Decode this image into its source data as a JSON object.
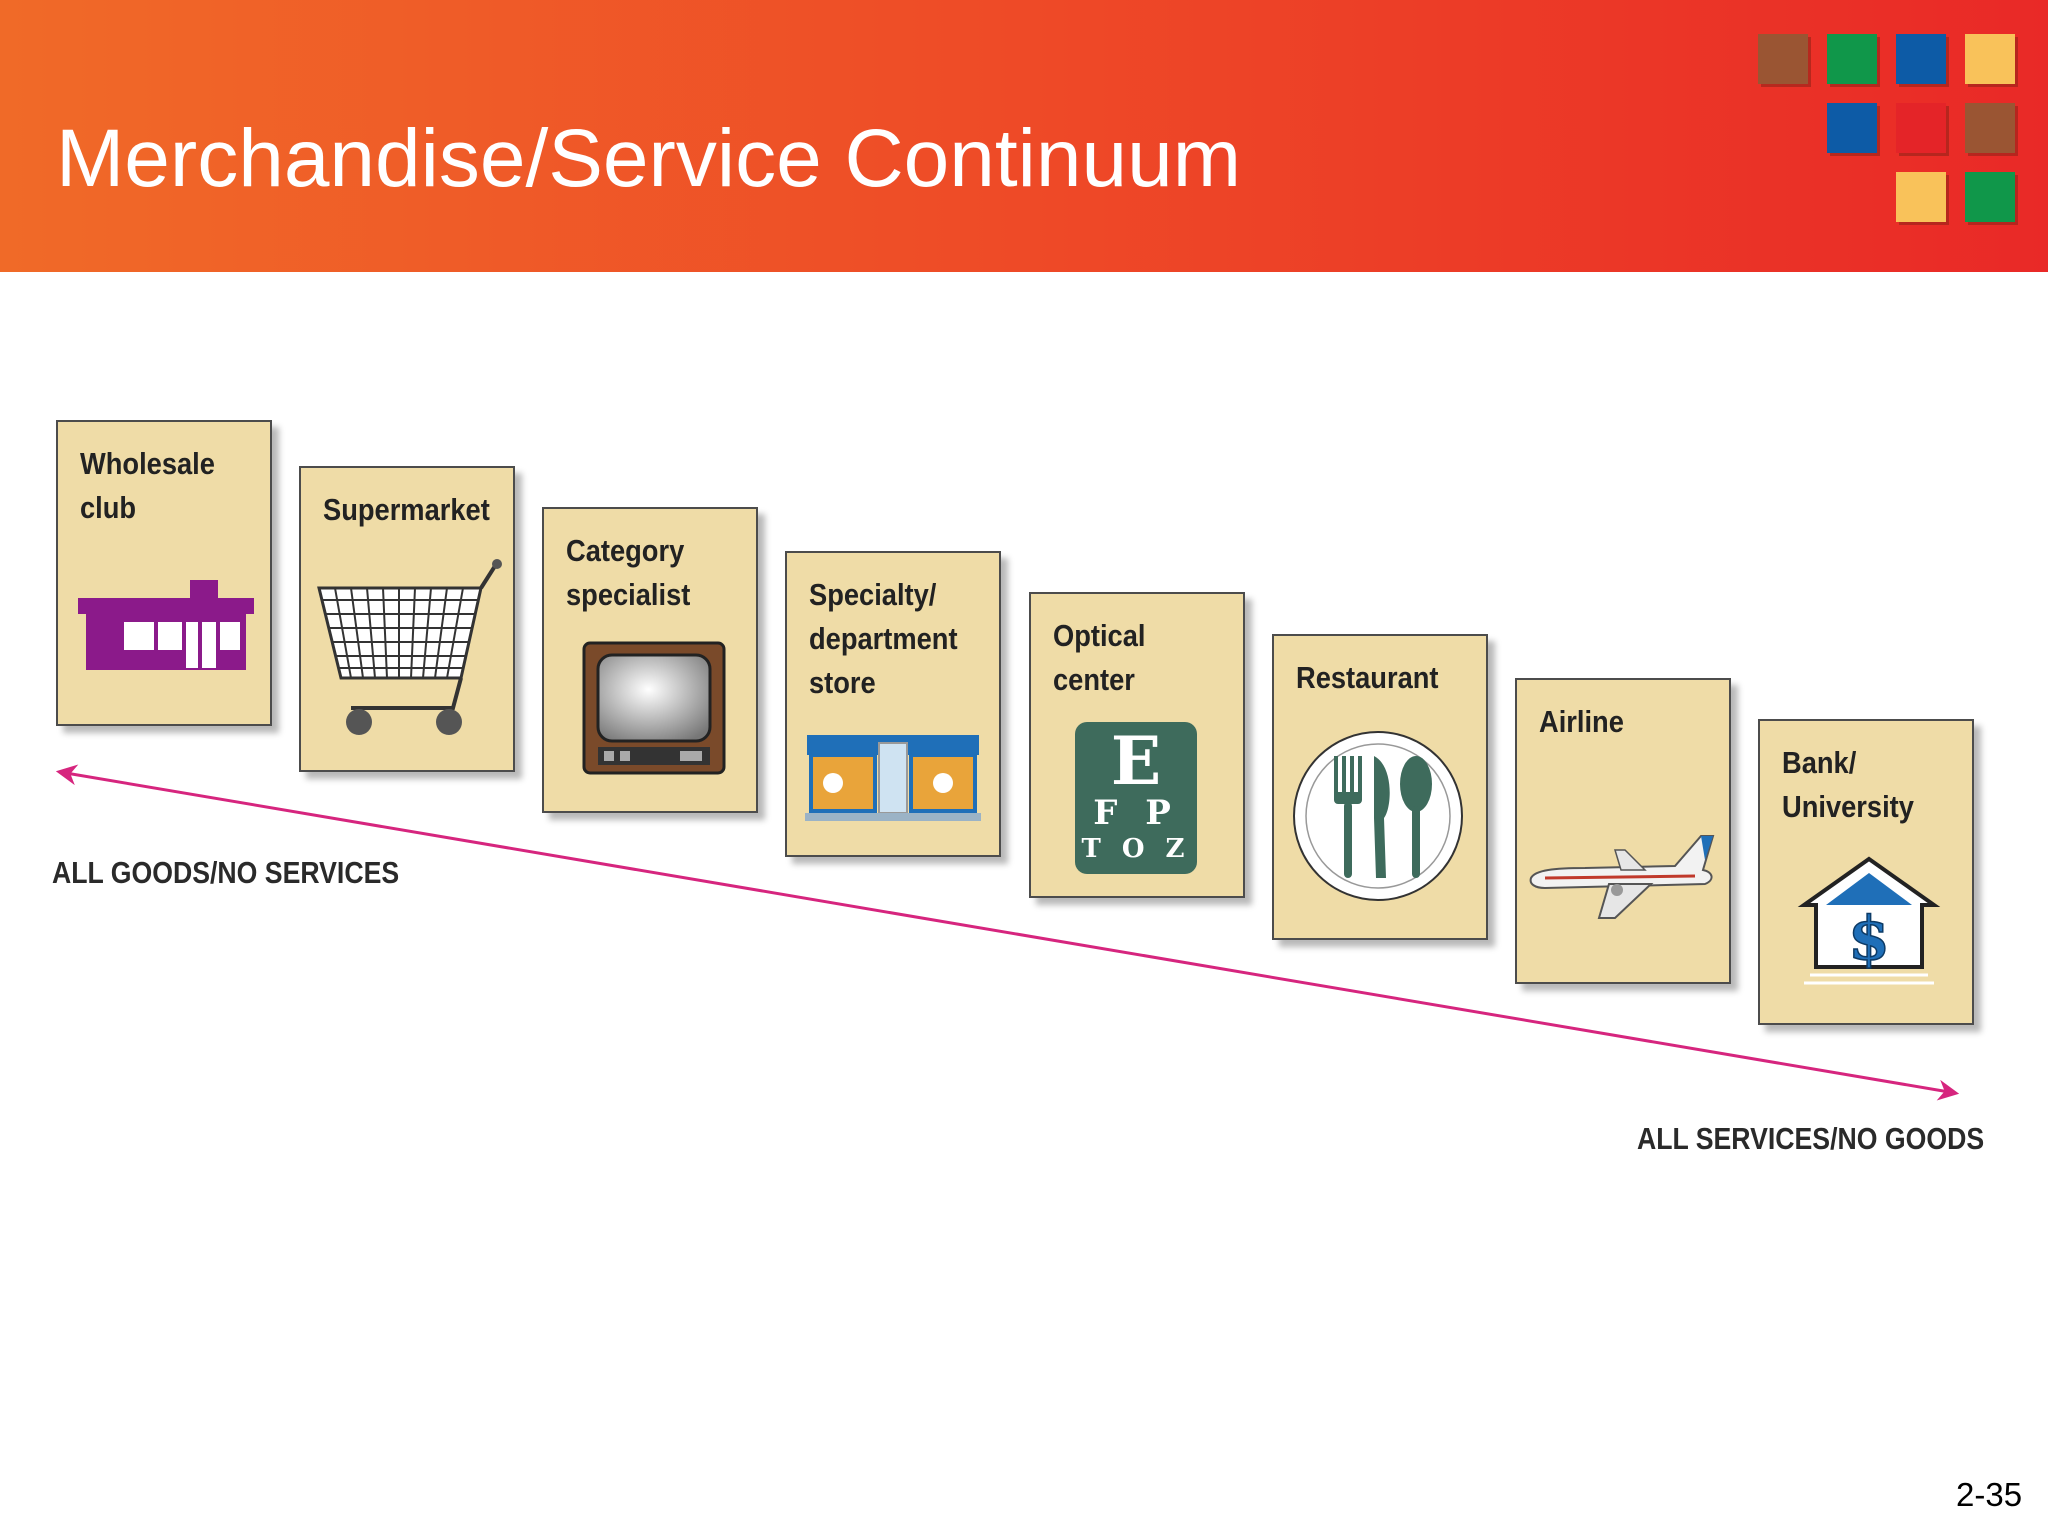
{
  "title": "Merchandise/Service Continuum",
  "slide_number": "2-35",
  "cards": [
    {
      "label": "Wholesale\nclub",
      "icon": "warehouse-store-icon"
    },
    {
      "label": "Supermarket",
      "icon": "shopping-cart-icon"
    },
    {
      "label": "Category\nspecialist",
      "icon": "television-icon"
    },
    {
      "label": "Specialty/\ndepartment\nstore",
      "icon": "storefront-icon"
    },
    {
      "label": "Optical\ncenter",
      "icon": "eye-chart-icon"
    },
    {
      "label": "Restaurant",
      "icon": "plate-cutlery-icon"
    },
    {
      "label": "Airline",
      "icon": "airplane-icon"
    },
    {
      "label": "Bank/\nUniversity",
      "icon": "bank-dollar-icon"
    }
  ],
  "eye_chart": {
    "line1": "E",
    "line2": "F P",
    "line3": "T O Z"
  },
  "continuum": {
    "left_label": "ALL GOODS/NO SERVICES",
    "right_label": "ALL SERVICES/NO GOODS",
    "arrow_color": "#d6257e"
  },
  "colors": {
    "header": "#ee4a27",
    "card_fill": "#efdca7",
    "decor": [
      "#9a5533",
      "#10974a",
      "#0d5ba6",
      "#f9c25a",
      "#0d5ba6",
      "#e42428",
      "#9a5533",
      "#f9c25a",
      "#10974a"
    ]
  }
}
